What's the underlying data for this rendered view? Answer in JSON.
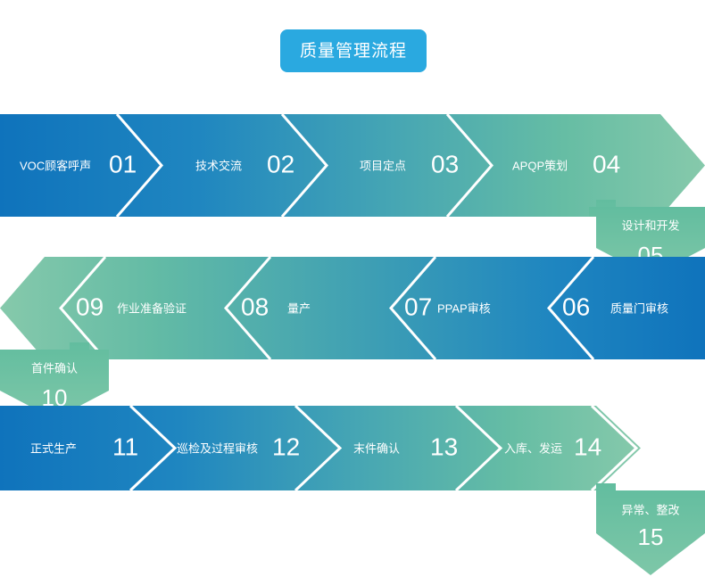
{
  "title": {
    "text": "质量管理流程",
    "bg_color": "#2aa9e0",
    "text_color": "#ffffff"
  },
  "palette": {
    "blue": "#1478be",
    "teal": "#3c9fb8",
    "green": "#6fc1a0",
    "green_light": "#86c9ab",
    "arrow_separator": "#ffffff",
    "background": "#ffffff"
  },
  "rows": [
    {
      "name": "row-1",
      "direction": "left-to-right",
      "gradient_from": "#1278bd",
      "gradient_to": "#7cc5a5",
      "steps": [
        {
          "label": "VOC顾客呼声",
          "number": "01"
        },
        {
          "label": "技术交流",
          "number": "02"
        },
        {
          "label": "项目定点",
          "number": "03"
        },
        {
          "label": "APQP策划",
          "number": "04"
        }
      ]
    },
    {
      "name": "row-2",
      "direction": "right-to-left",
      "gradient_from": "#7cc5a5",
      "gradient_to": "#1278bd",
      "steps": [
        {
          "label": "作业准备验证",
          "number": "09"
        },
        {
          "label": "量产",
          "number": "08"
        },
        {
          "label": "PPAP审核",
          "number": "07"
        },
        {
          "label": "质量门审核",
          "number": "06"
        }
      ]
    },
    {
      "name": "row-3",
      "direction": "left-to-right",
      "gradient_from": "#1278bd",
      "gradient_to": "#7cc5a5",
      "steps": [
        {
          "label": "正式生产",
          "number": "11"
        },
        {
          "label": "巡检及过程审核",
          "number": "12"
        },
        {
          "label": "末件确认",
          "number": "13"
        },
        {
          "label": "入库、发运",
          "number": "14"
        }
      ]
    }
  ],
  "connectors": [
    {
      "name": "connector-05",
      "label": "设计和开发",
      "number": "05",
      "position": "right",
      "color": "#6fbf9e"
    },
    {
      "name": "connector-10",
      "label": "首件确认",
      "number": "10",
      "position": "left",
      "color": "#6fbf9e"
    },
    {
      "name": "connector-15",
      "label": "异常、整改",
      "number": "15",
      "position": "right",
      "color": "#6fbf9e"
    }
  ]
}
